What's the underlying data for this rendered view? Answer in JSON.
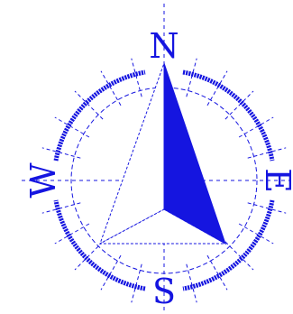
{
  "compass": {
    "north_label": "N",
    "east_label": "E",
    "south_label": "S",
    "west_label": "W",
    "color": "#1515e0",
    "needle_angle_deg": 145,
    "tick_interval_deg": 15
  }
}
